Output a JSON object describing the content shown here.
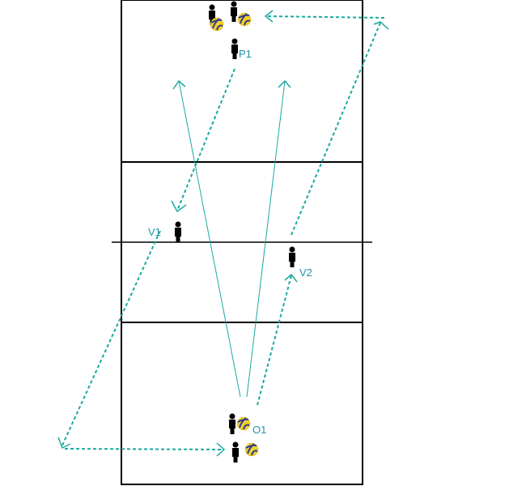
{
  "labels": {
    "p1": "P1",
    "v1": "V1",
    "v2": "V2",
    "o1": "O1"
  },
  "colors": {
    "path": "#1aa9a0",
    "label": "#1f93a8",
    "court": "#000000",
    "ball_yellow": "#f2cf2a",
    "ball_blue": "#2a3c8f"
  }
}
